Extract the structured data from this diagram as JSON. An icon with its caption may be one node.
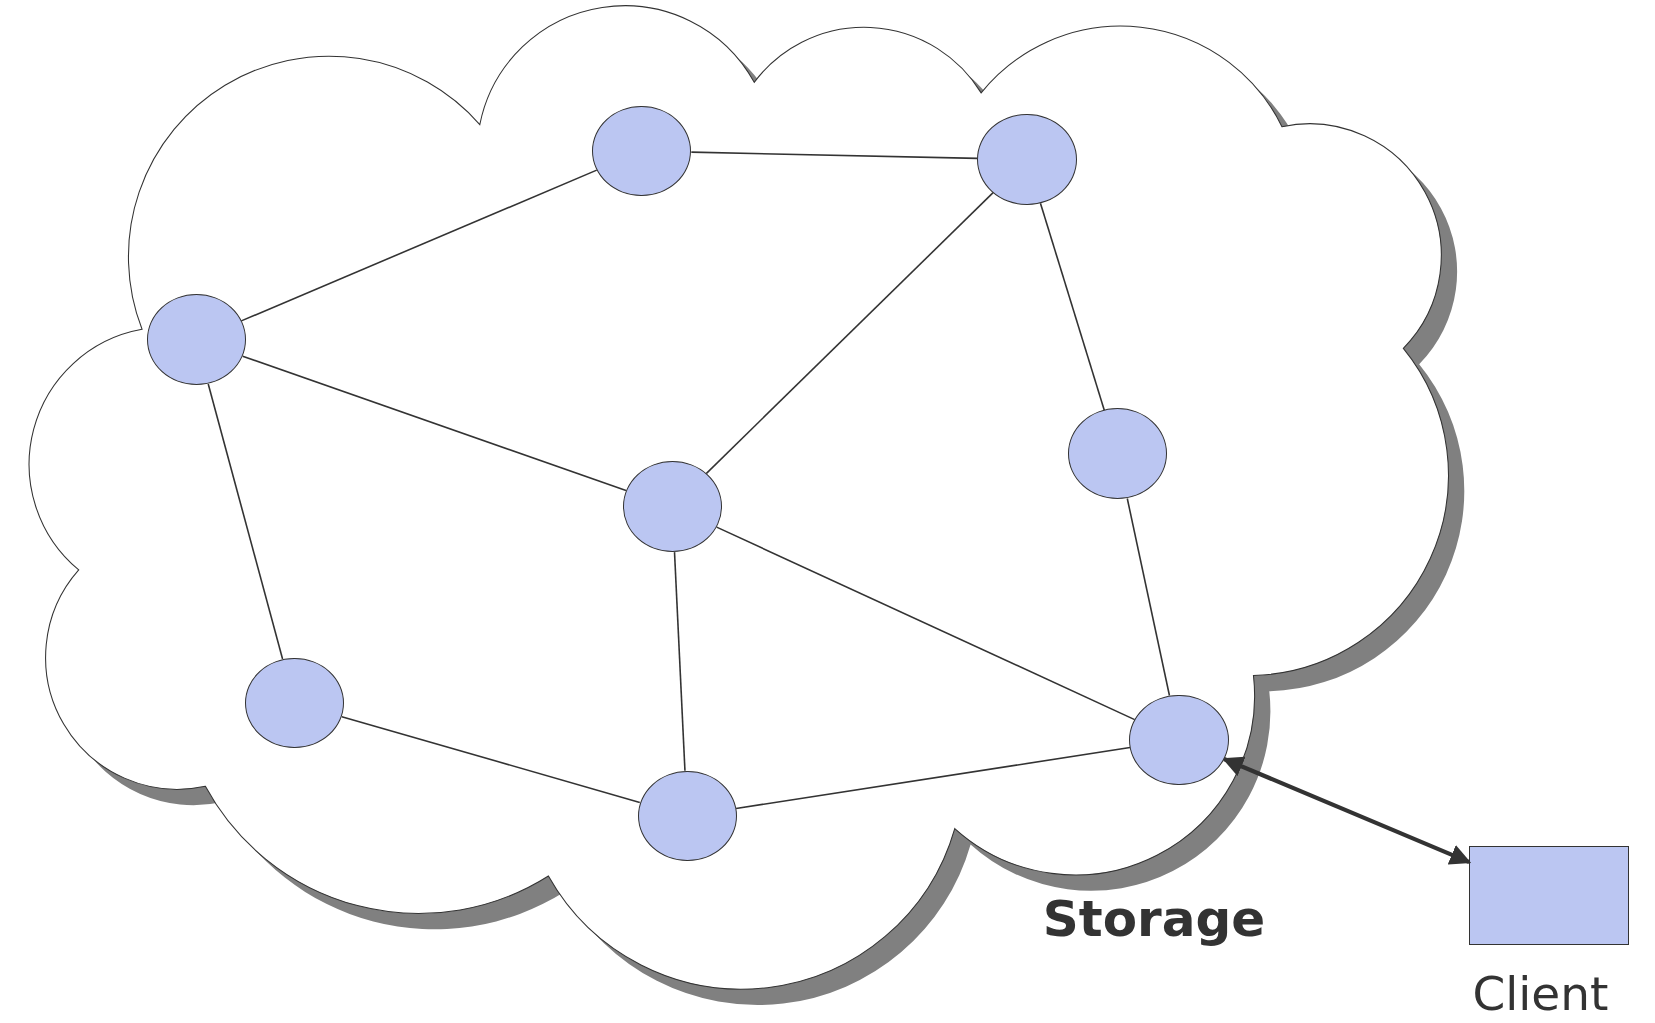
{
  "diagram": {
    "nodes": [
      {
        "text": [
          "Storage"
        ]
      },
      {
        "text": [],
        "shape": "circle",
        "in": 0
      },
      {
        "text": [],
        "shape": "circle",
        "in": 0
      },
      {
        "text": [],
        "shape": "circle",
        "in": 0
      },
      {
        "text": [],
        "shape": "circle",
        "in": 0
      },
      {
        "text": [],
        "shape": "circle",
        "in": 0
      },
      {
        "text": [],
        "shape": "circle",
        "in": 0
      },
      {
        "text": [],
        "shape": "circle",
        "in": 0
      },
      {
        "text": [],
        "shape": "circle",
        "in": 0
      },
      {
        "text": [
          "Client"
        ]
      }
    ],
    "edges": [
      {
        "from": 1,
        "to": 2,
        "arrow": "none"
      },
      {
        "from": 3,
        "to": 1,
        "arrow": "none"
      },
      {
        "from": 2,
        "to": 5,
        "arrow": "none"
      },
      {
        "from": 2,
        "to": 4,
        "arrow": "none"
      },
      {
        "from": 3,
        "to": 5,
        "arrow": "none"
      },
      {
        "from": 3,
        "to": 6,
        "arrow": "none"
      },
      {
        "from": 5,
        "to": 7,
        "arrow": "none"
      },
      {
        "from": 5,
        "to": 8,
        "arrow": "none"
      },
      {
        "from": 4,
        "to": 8,
        "arrow": "none"
      },
      {
        "from": 6,
        "to": 7,
        "arrow": "none"
      },
      {
        "from": 7,
        "to": 8,
        "arrow": "none"
      },
      {
        "from": 8,
        "to": 9,
        "arrow": "both",
        "style": "thick"
      }
    ]
  }
}
